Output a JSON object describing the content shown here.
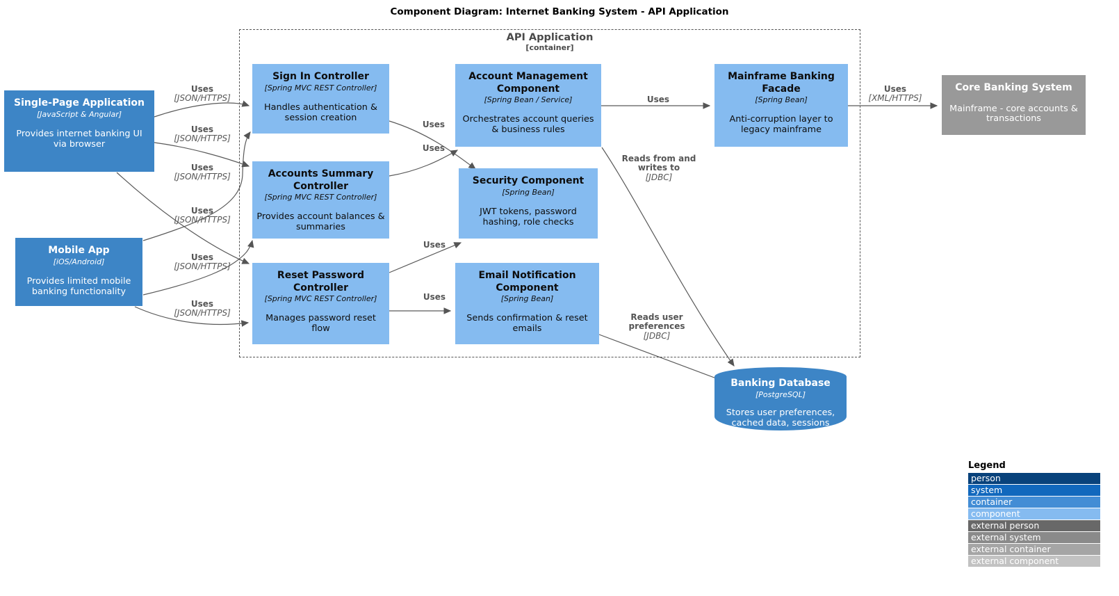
{
  "title": "Component Diagram: Internet Banking System - API Application",
  "api_container": {
    "label": "API Application",
    "sublabel": "[container]"
  },
  "colors": {
    "container_blue": "#3d85c6",
    "component_blue": "#85BBF0",
    "external_gray": "#999999",
    "edge_gray": "#595959"
  },
  "nodes": {
    "spa": {
      "title": "Single-Page Application",
      "subtitle": "[JavaScript & Angular]",
      "description": "Provides internet banking UI via browser"
    },
    "mobile": {
      "title": "Mobile App",
      "subtitle": "[iOS/Android]",
      "description": "Provides limited mobile banking functionality"
    },
    "signin": {
      "title": "Sign In Controller",
      "subtitle": "[Spring MVC REST Controller]",
      "description": "Handles authentication & session creation"
    },
    "accounts": {
      "title": "Accounts Summary Controller",
      "subtitle": "[Spring MVC REST Controller]",
      "description": "Provides account balances & summaries"
    },
    "reset": {
      "title": "Reset Password Controller",
      "subtitle": "[Spring MVC REST Controller]",
      "description": "Manages password reset flow"
    },
    "acctmgmt": {
      "title": "Account Management Component",
      "subtitle": "[Spring Bean / Service]",
      "description": "Orchestrates account queries & business rules"
    },
    "security": {
      "title": "Security Component",
      "subtitle": "[Spring Bean]",
      "description": "JWT tokens, password hashing, role checks"
    },
    "email": {
      "title": "Email Notification Component",
      "subtitle": "[Spring Bean]",
      "description": "Sends confirmation & reset emails"
    },
    "facade": {
      "title": "Mainframe Banking Facade",
      "subtitle": "[Spring Bean]",
      "description": "Anti-corruption layer to legacy mainframe"
    },
    "corebank": {
      "title": "Core Banking System",
      "description": "Mainframe - core accounts & transactions"
    },
    "db": {
      "title": "Banking Database",
      "subtitle": "[PostgreSQL]",
      "description": "Stores user preferences, cached data, sessions"
    }
  },
  "edges": [
    {
      "from": "Single-Page Application",
      "to": "Sign In Controller",
      "label": "Uses",
      "sublabel": "[JSON/HTTPS]"
    },
    {
      "from": "Single-Page Application",
      "to": "Accounts Summary Controller",
      "label": "Uses",
      "sublabel": "[JSON/HTTPS]"
    },
    {
      "from": "Mobile App",
      "to": "Sign In Controller",
      "label": "Uses",
      "sublabel": "[JSON/HTTPS]"
    },
    {
      "from": "Single-Page Application",
      "to": "Reset Password Controller",
      "label": "Uses",
      "sublabel": "[JSON/HTTPS]"
    },
    {
      "from": "Mobile App",
      "to": "Accounts Summary Controller",
      "label": "Uses",
      "sublabel": "[JSON/HTTPS]"
    },
    {
      "from": "Mobile App",
      "to": "Reset Password Controller",
      "label": "Uses",
      "sublabel": "[JSON/HTTPS]"
    },
    {
      "from": "Sign In Controller",
      "to": "Security Component",
      "label": "Uses"
    },
    {
      "from": "Accounts Summary Controller",
      "to": "Account Management Component",
      "label": "Uses"
    },
    {
      "from": "Reset Password Controller",
      "to": "Security Component",
      "label": "Uses"
    },
    {
      "from": "Reset Password Controller",
      "to": "Email Notification Component",
      "label": "Uses"
    },
    {
      "from": "Account Management Component",
      "to": "Mainframe Banking Facade",
      "label": "Uses"
    },
    {
      "from": "Mainframe Banking Facade",
      "to": "Core Banking System",
      "label": "Uses",
      "sublabel": "[XML/HTTPS]"
    },
    {
      "from": "Account Management Component",
      "to": "Banking Database",
      "label": "Reads from and writes to",
      "sublabel": "[JDBC]"
    },
    {
      "from": "Email Notification Component",
      "to": "Banking Database",
      "label": "Reads user preferences",
      "sublabel": "[JDBC]"
    }
  ],
  "legend": {
    "title": "Legend",
    "items": [
      {
        "label": "person",
        "color": "#08427B"
      },
      {
        "label": "system",
        "color": "#1168BD"
      },
      {
        "label": "container",
        "color": "#438DD5"
      },
      {
        "label": "component",
        "color": "#85BBF0"
      },
      {
        "label": "external person",
        "color": "#686868"
      },
      {
        "label": "external system",
        "color": "#8A8A8A"
      },
      {
        "label": "external container",
        "color": "#A5A5A5"
      },
      {
        "label": "external component",
        "color": "#C2C2C2"
      }
    ]
  }
}
